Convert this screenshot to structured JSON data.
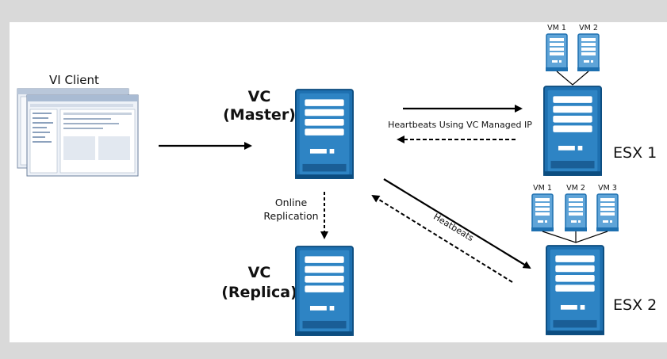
{
  "labels": {
    "vi_client": "VI Client",
    "vc_master_line1": "VC",
    "vc_master_line2": "(Master)",
    "vc_replica_line1": "VC",
    "vc_replica_line2": "(Replica)",
    "esx1": "ESX 1",
    "esx2": "ESX 2",
    "online_line1": "Online",
    "online_line2": "Replication",
    "heartbeats_managed_ip": "Heartbeats Using VC Managed IP",
    "heartbeats": "Heatbeats"
  },
  "vms_esx1": [
    "VM 1",
    "VM 2"
  ],
  "vms_esx2": [
    "VM 1",
    "VM 2",
    "VM 3"
  ],
  "icons": {
    "server": "server-tower-icon",
    "vm": "vm-server-icon",
    "client": "vi-client-screenshot-icon"
  },
  "colors": {
    "server_blue": "#1e70b0",
    "server_light": "#4d9ad2",
    "arrow": "#000000",
    "page_border": "#d9d9d9"
  }
}
